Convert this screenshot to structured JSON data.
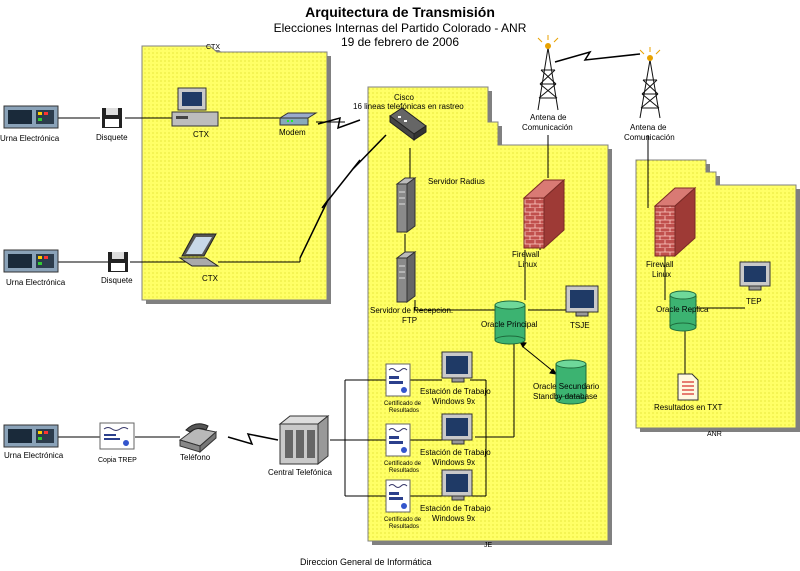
{
  "title": "Arquitectura de Transmisión",
  "subtitle": "Elecciones Internas del Partido Colorado - ANR",
  "date": "19 de febrero de 2006",
  "zones": {
    "ctx": "CTX",
    "je": "JE",
    "anr": "ANR"
  },
  "labels": {
    "urna1": "Urna Electrónica",
    "urna2": "Urna Electrónica",
    "urna3": "Urna Electrónica",
    "disquete1": "Disquete",
    "disquete2": "Disquete",
    "ctx1": "CTX",
    "ctx2": "CTX",
    "modem": "Modem",
    "cisco1": "Cisco",
    "cisco2": "16 lineas telefónicas en rastreo",
    "antena1a": "Antena de",
    "antena1b": "Comunicación",
    "antena2a": "Antena de",
    "antena2b": "Comunicación",
    "radius": "Servidor Radius",
    "firewall1a": "Firewall",
    "firewall1b": "Linux",
    "firewall2a": "Firewall",
    "firewall2b": "Linux",
    "recep1": "Servidor de Recepcion.",
    "recep2": "FTP",
    "oracle_principal": "Oracle Principal",
    "tsje": "TSJE",
    "oracle_sec1": "Oracle Secundario",
    "oracle_sec2": "Standby database",
    "oracle_replica": "Oracle Replica",
    "tep": "TEP",
    "resultados_txt": "Resultados en TXT",
    "estacion1a": "Estación de Trabajo",
    "estacion1b": "Windows 9x",
    "estacion2a": "Estación de Trabajo",
    "estacion2b": "Windows 9x",
    "estacion3a": "Estación de Trabajo",
    "estacion3b": "Windows 9x",
    "cert1a": "Certificado de",
    "cert1b": "Resultados",
    "cert2a": "Certificado de",
    "cert2b": "Resultados",
    "cert3a": "Certificado de",
    "cert3b": "Resultados",
    "copia_trep": "Copia TREP",
    "telefono": "Teléfono",
    "central": "Central Telefónica"
  },
  "footer": "Direccion General de Informática",
  "colors": {
    "zone_fill": "#ffff66",
    "zone_border": "#808080",
    "db": "#3cb371",
    "firewall": "#c0504d",
    "bolt": "#000000"
  }
}
